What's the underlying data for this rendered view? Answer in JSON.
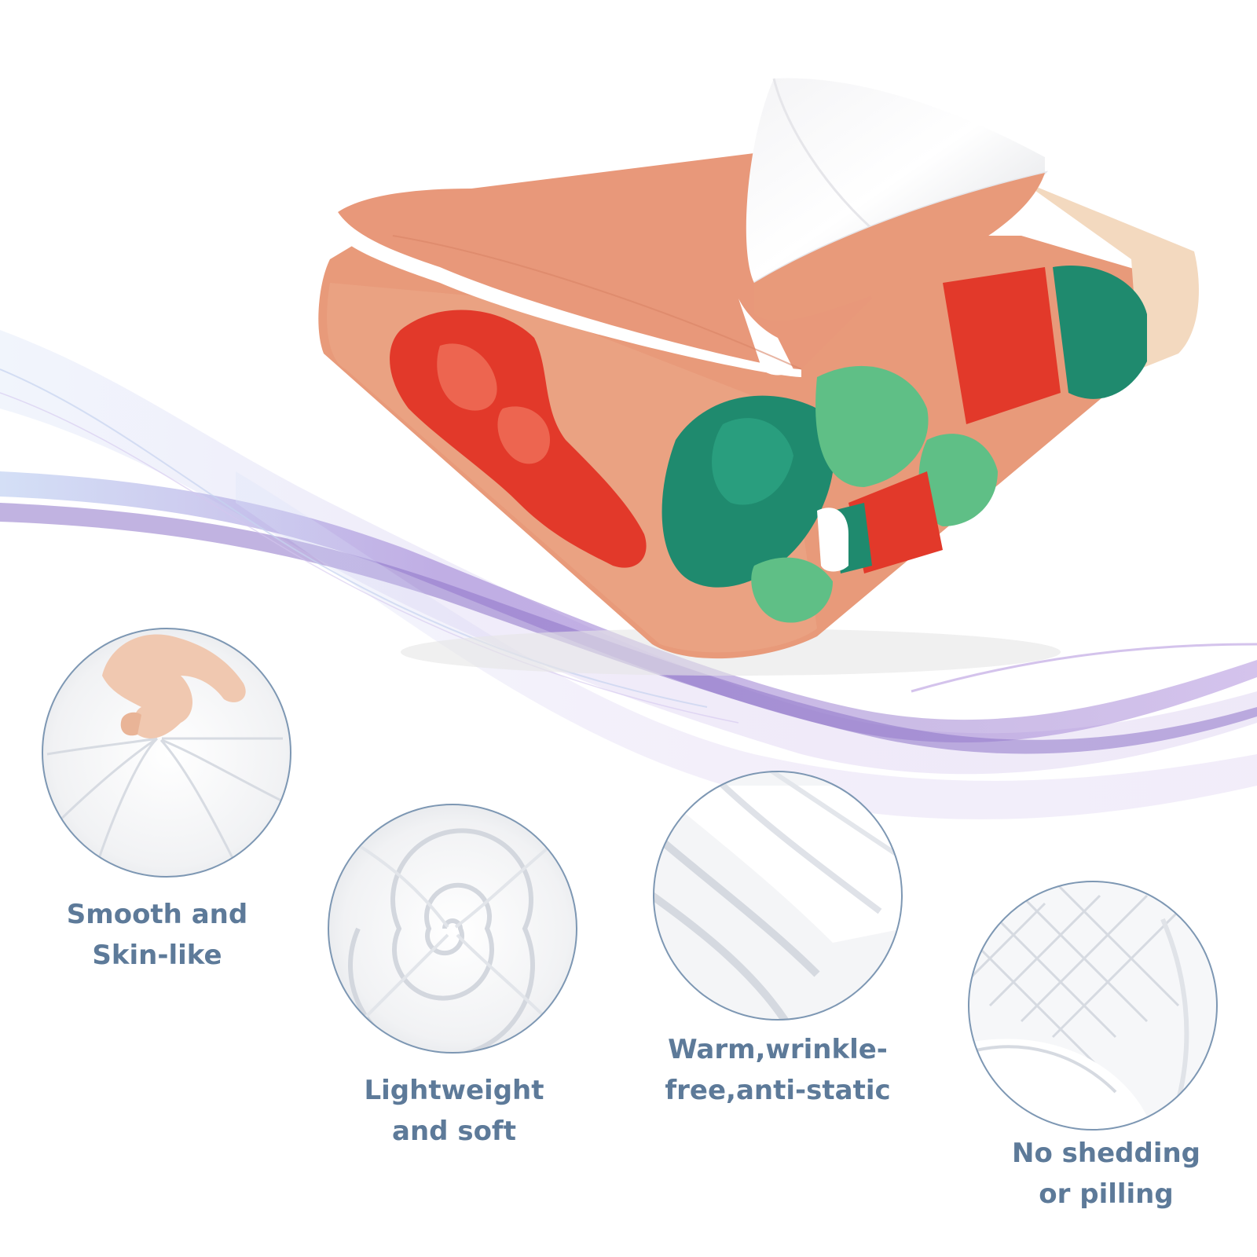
{
  "features": [
    {
      "id": "smooth",
      "line1": "Smooth and",
      "line2": "Skin-like",
      "icon": "pinched-fabric-hand"
    },
    {
      "id": "light",
      "line1": "Lightweight",
      "line2": "and soft",
      "icon": "swirled-fabric"
    },
    {
      "id": "warm",
      "line1": "Warm,wrinkle-",
      "line2": "free,anti-static",
      "icon": "folded-fleece-layers"
    },
    {
      "id": "shed",
      "line1": "No shedding",
      "line2": "or pilling",
      "icon": "quilted-fabric"
    }
  ],
  "colors": {
    "label_text": "#5d7a99",
    "circle_border": "#7d97b3",
    "blanket_peach": "#e89a7a",
    "blanket_cream": "#f3d9bf",
    "blanket_red": "#e2392a",
    "blanket_teal": "#1f8a6e",
    "blanket_green": "#5fbf86",
    "wave_purple": "#9c7fd0",
    "wave_blue": "#b9c9ec"
  }
}
